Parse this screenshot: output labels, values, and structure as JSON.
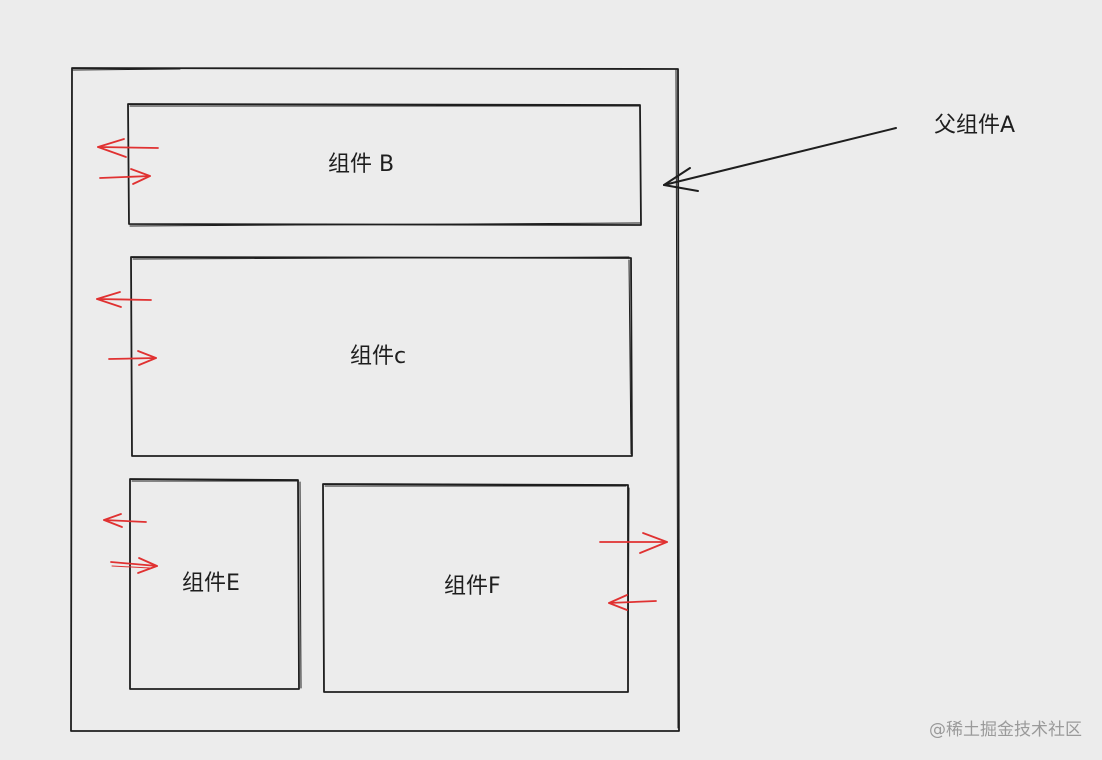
{
  "diagram": {
    "parent_label": "父组件A",
    "nodes": {
      "b": {
        "label": "组件 B"
      },
      "c": {
        "label": "组件c"
      },
      "e": {
        "label": "组件E"
      },
      "f": {
        "label": "组件F"
      }
    }
  },
  "watermark": "@稀土掘金技术社区",
  "colors": {
    "background": "#ececec",
    "stroke": "#1e1e1e",
    "arrow_red": "#e03131",
    "watermark": "#9a9a9a"
  }
}
